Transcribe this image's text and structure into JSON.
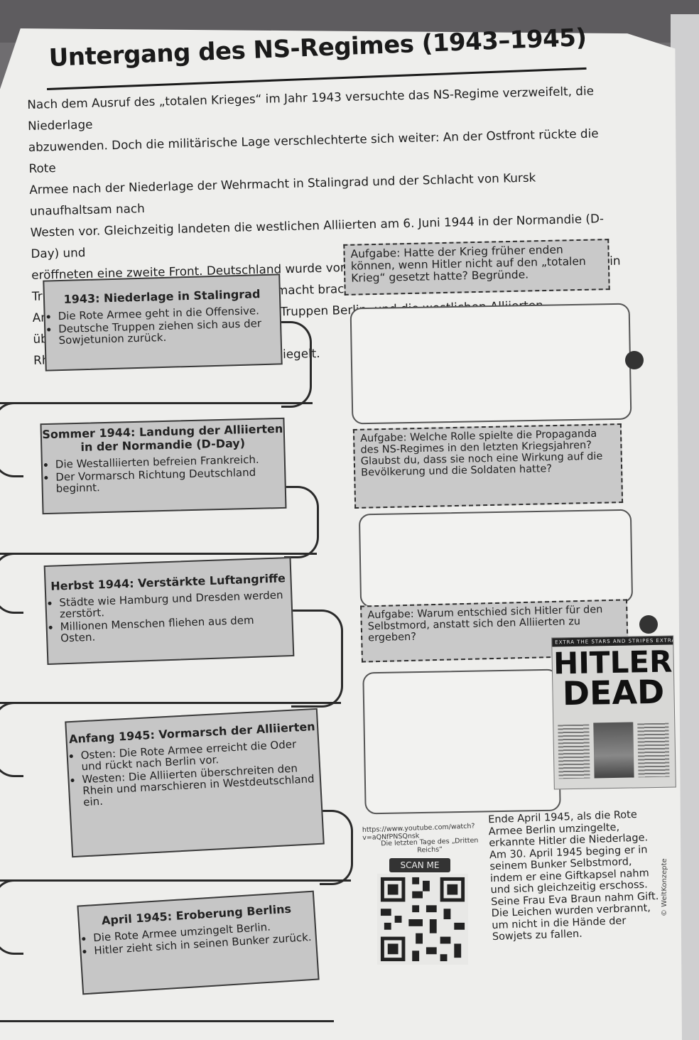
{
  "title": "Untergang des NS-Regimes (1943–1945)",
  "intro": [
    "Nach dem Ausruf des „totalen Krieges“ im Jahr 1943 versuchte das NS-Regime verzweifelt, die Niederlage",
    "abzuwenden. Doch die militärische Lage verschlechterte sich weiter: An der Ostfront rückte die Rote",
    "Armee nach der Niederlage der Wehrmacht in Stalingrad und der Schlacht von Kursk unaufhaltsam nach",
    "Westen vor. Gleichzeitig landeten die westlichen Alliierten am 6. Juni 1944 in der Normandie (D-Day) und",
    "eröffneten eine zweite Front. Deutschland wurde von allen Seiten eingekesselt, die Städte lagen in",
    "Trümmern, und der Widerstand der Wehrmacht brach zusammen.",
    "Anfang 1945 erreichten die sowjetischen Truppen Berlin, und die westlichen Alliierten überschritten den",
    "Rhein. Das Ende des NS-Regimes war besiegelt."
  ],
  "events": [
    {
      "title": "1943: Niederlage in Stalingrad",
      "items": [
        "Die Rote Armee geht in die Offensive.",
        "Deutsche Truppen ziehen sich aus der Sowjetunion zurück."
      ]
    },
    {
      "title": "Sommer 1944: Landung der Alliierten in der Normandie (D-Day)",
      "items": [
        "Die Westalliierten befreien Frankreich.",
        "Der Vormarsch Richtung Deutschland beginnt."
      ]
    },
    {
      "title": "Herbst 1944: Verstärkte Luftangriffe",
      "items": [
        "Städte wie Hamburg und Dresden werden zerstört.",
        "Millionen Menschen fliehen aus dem Osten."
      ]
    },
    {
      "title": "Anfang 1945: Vormarsch der Alliierten",
      "items": [
        "Osten: Die Rote Armee erreicht die Oder und rückt nach Berlin vor.",
        "Westen: Die Alliierten überschreiten den Rhein und marschieren in Westdeutschland ein."
      ]
    },
    {
      "title": "April 1945: Eroberung Berlins",
      "items": [
        "Die Rote Armee umzingelt Berlin.",
        "Hitler zieht sich in seinen Bunker zurück."
      ]
    }
  ],
  "tasks": [
    "Aufgabe: Hatte der Krieg früher enden können, wenn Hitler nicht auf den „totalen Krieg“ gesetzt hatte? Begründe.",
    "Aufgabe: Welche Rolle spielte die Propaganda des NS-Regimes in den letzten Kriegsjahren? Glaubst du, dass sie noch eine Wirkung auf die Bevölkerung und die Soldaten hatte?",
    "Aufgabe: Warum entschied sich Hitler für den Selbstmord, anstatt sich den Alliierten zu ergeben?"
  ],
  "newspaper": {
    "header": "EXTRA  THE STARS AND STRIPES  EXTRA",
    "line1": "HITLER",
    "line2": "DEAD"
  },
  "qr": {
    "url": "https://www.youtube.com/watch?v=aQNfPNSQnsk",
    "caption": "Die letzten Tage des „Dritten Reichs“",
    "badge": "SCAN ME"
  },
  "ending": "Ende April 1945, als die Rote Armee Berlin umzingelte, erkannte Hitler die Niederlage. Am 30. April 1945 beging er in seinem Bunker Selbstmord, indem er eine Giftkapsel nahm und sich gleichzeitig erschoss. Seine Frau Eva Braun nahm Gift. Die Leichen wurden verbrannt, um nicht in die Hände der Sowjets zu fallen.",
  "credit": "© WeltKonzepte"
}
